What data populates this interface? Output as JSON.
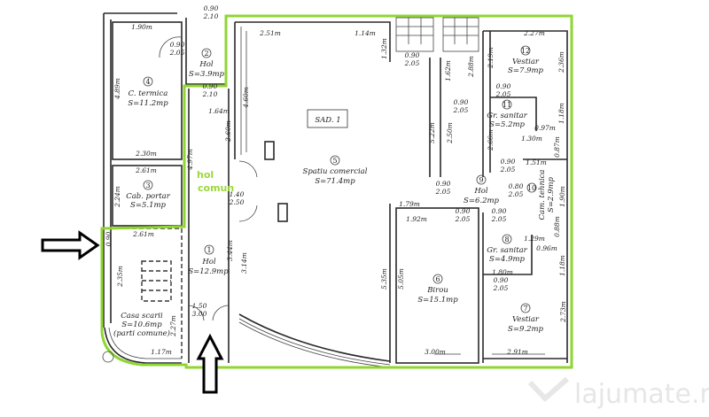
{
  "plan_label": "SAD. 1",
  "rooms": [
    {
      "number": "1",
      "name": "Hol",
      "area": "S=12.9mp"
    },
    {
      "number": "2",
      "name": "Hol",
      "area": "S=3.9mp"
    },
    {
      "number": "3",
      "name": "Cab. portar",
      "area": "S=5.1mp"
    },
    {
      "number": "4",
      "name": "C. termica",
      "area": "S=11.2mp"
    },
    {
      "number": "5",
      "name": "Spatiu comercial",
      "area": "S=71.4mp"
    },
    {
      "number": "6",
      "name": "Birou",
      "area": "S=15.1mp"
    },
    {
      "number": "7",
      "name": "Vestiar",
      "area": "S=9.2mp"
    },
    {
      "number": "8",
      "name": "Gr. sanitar",
      "area": "S=4.9mp"
    },
    {
      "number": "9",
      "name": "Hol",
      "area": "S=6.2mp"
    },
    {
      "number": "10",
      "name": "Cam. tehnica",
      "area": "S=2.9mp"
    },
    {
      "number": "11",
      "name": "Gr. sanitar",
      "area": "S=5.2mp"
    },
    {
      "number": "12",
      "name": "Vestiar",
      "area": "S=7.9mp"
    }
  ],
  "stair_room": {
    "name": "Casa scarii",
    "area": "S=10.6mp",
    "note": "(parti comune)"
  },
  "common_hall_label": [
    "hol",
    "comun"
  ],
  "dimensions": [
    "1.90m",
    "2.51m",
    "1.14m",
    "1.32m",
    "4.89m",
    "1.64m",
    "4.60m",
    "2.60m",
    "2.30m",
    "2.61m",
    "4.97m",
    "2.24m",
    "2.61m",
    "0.90",
    "3.44m",
    "3.14m",
    "2.35m",
    "2.27m",
    "1.17m",
    "5.35m",
    "1.62m",
    "2.88m",
    "5.22m",
    "2.50m",
    "2.27m",
    "2.19m",
    "2.36m",
    "1.18m",
    "0.97m",
    "2.66m",
    "1.30m",
    "0.87m",
    "1.51m",
    "1.90m",
    "1.79m",
    "1.92m",
    "0.88m",
    "1.29m",
    "0.96m",
    "1.18m",
    "5.05m",
    "1.80m",
    "2.73m",
    "3.00m",
    "2.91m"
  ],
  "doors": [
    {
      "w": "0.90",
      "h": "2.10"
    },
    {
      "w": "0.90",
      "h": "2.05"
    },
    {
      "w": "0.90",
      "h": "2.10"
    },
    {
      "w": "1.40",
      "h": "2.50"
    },
    {
      "w": "1.50",
      "h": "3.00"
    },
    {
      "w": "0.90",
      "h": "2.05"
    },
    {
      "w": "0.90",
      "h": "2.05"
    },
    {
      "w": "0.90",
      "h": "2.05"
    },
    {
      "w": "0.90",
      "h": "2.05"
    },
    {
      "w": "0.80",
      "h": "2.05"
    },
    {
      "w": "0.90",
      "h": "2.05"
    },
    {
      "w": "0.90",
      "h": "2.05"
    },
    {
      "w": "0.90",
      "h": "2.05"
    },
    {
      "w": "0.90",
      "h": "2.05"
    }
  ],
  "entrance_arrows": [
    "arrow-right",
    "arrow-up"
  ],
  "highlight_color": "#8fd630",
  "watermark": "lajumate.ro"
}
